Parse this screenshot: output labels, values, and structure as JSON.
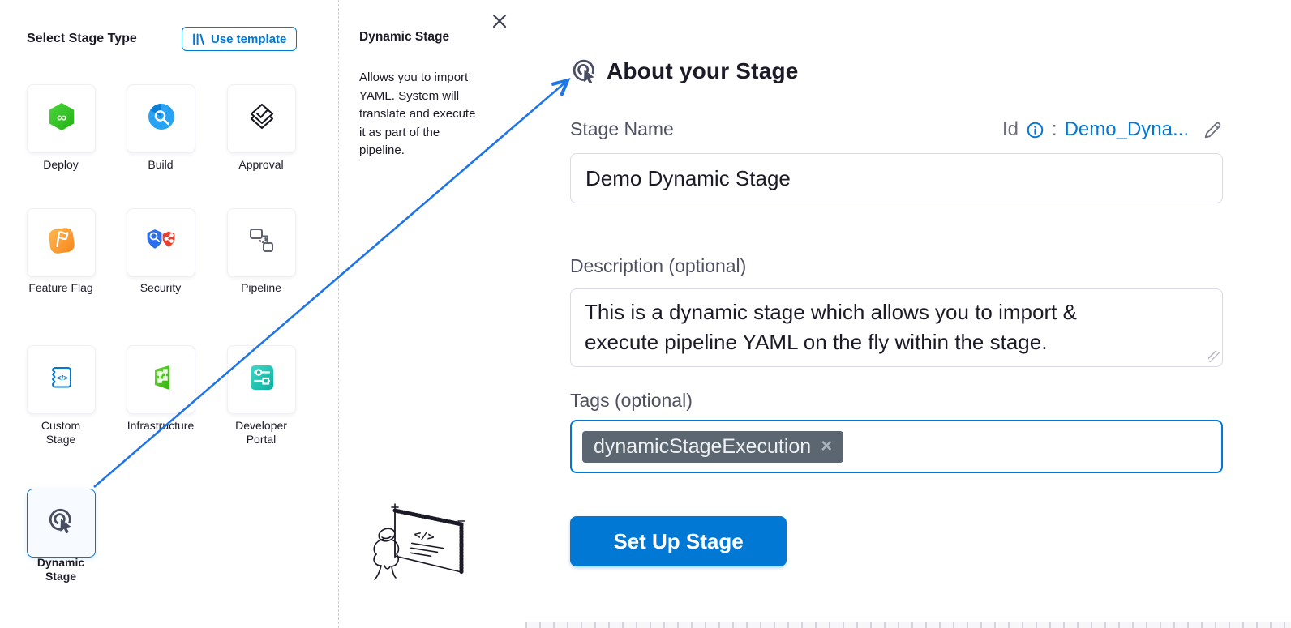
{
  "left_panel": {
    "title": "Select Stage Type",
    "use_template": {
      "label": "Use template",
      "icon": "template-library-icon"
    },
    "stages": [
      {
        "label": "Deploy",
        "icon": "deploy-icon"
      },
      {
        "label": "Build",
        "icon": "build-icon"
      },
      {
        "label": "Approval",
        "icon": "approval-icon"
      },
      {
        "label": "Feature Flag",
        "icon": "feature-flag-icon"
      },
      {
        "label": "Security",
        "icon": "security-icon"
      },
      {
        "label": "Pipeline",
        "icon": "pipeline-icon"
      },
      {
        "label": "Custom Stage",
        "icon": "custom-stage-icon"
      },
      {
        "label": "Infrastructure",
        "icon": "infrastructure-icon"
      },
      {
        "label": "Developer Portal",
        "icon": "developer-portal-icon"
      },
      {
        "label": "Dynamic Stage",
        "icon": "dynamic-stage-icon",
        "selected": true
      }
    ]
  },
  "info_panel": {
    "title": "Dynamic Stage",
    "description": "Allows you to import YAML. System will translate and execute it as part of the pipeline.",
    "close_icon": "close-icon",
    "illustration": "person-presenting-whiteboard",
    "board_glyph": "</>"
  },
  "about_panel": {
    "title": "About your Stage",
    "header_icon": "dynamic-stage-icon",
    "stage_name": {
      "label": "Stage Name",
      "value": "Demo Dynamic Stage"
    },
    "id_row": {
      "label": "Id",
      "info_icon": "info-icon",
      "separator": ":",
      "value": "Demo_Dyna...",
      "edit_icon": "pencil-icon"
    },
    "description": {
      "label": "Description (optional)",
      "value": "This is a dynamic stage which allows you to import & execute pipeline YAML on the fly within the stage."
    },
    "tags": {
      "label": "Tags (optional)",
      "items": [
        {
          "text": "dynamicStageExecution",
          "remove_glyph": "×"
        }
      ]
    },
    "submit_label": "Set Up Stage"
  },
  "icons": {
    "deploy_glyph": "∞",
    "custom_stage_glyph": "</>"
  },
  "colors": {
    "primary_blue": "#0278d5",
    "arrow_blue": "#1f75e8",
    "tag_chip_bg": "#5b6670",
    "label_gray": "#4f5162",
    "heading_dark": "#1b1b28",
    "deploy_green": "#35c42a",
    "build_blue": "#2aa2f2",
    "feature_flag_orange": "#f79023",
    "security_shield_blue": "#2b6fed",
    "security_shield_red": "#e8402f",
    "infrastructure_green": "#49c41d",
    "developer_portal_teal": "#12b8a6",
    "dynamic_stage_slate": "#4a4e63"
  }
}
